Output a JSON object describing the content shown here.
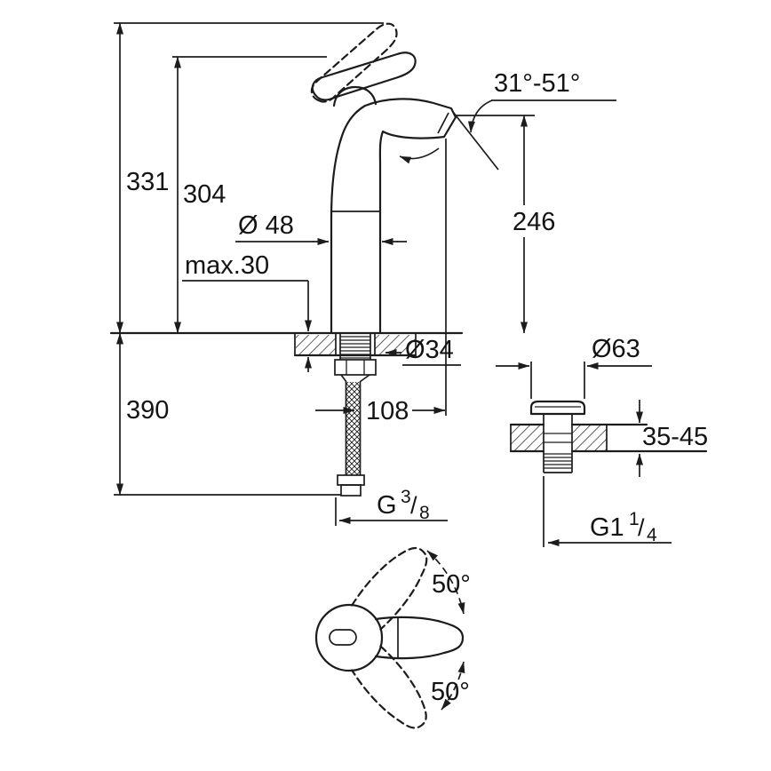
{
  "colors": {
    "line": "#1c1c1c",
    "background": "#ffffff"
  },
  "labels": {
    "total_height": "331",
    "body_height": "304",
    "body_diameter": "Ø 48",
    "deck_max_thickness": "max.30",
    "spout_angle_range": "31°-51°",
    "spout_height": "246",
    "hole_diameter": "Ø34",
    "projection": "108",
    "hose_length": "390",
    "waste_flange_diameter": "Ø63",
    "waste_deck_range": "35-45",
    "supply_thread": {
      "prefix": "G",
      "numerator": "3",
      "slash": "/",
      "denominator": "8"
    },
    "waste_thread": {
      "prefix": "G1",
      "numerator": "1",
      "slash": "/",
      "denominator": "4"
    },
    "handle_swivel_up": "50°",
    "handle_swivel_down": "50°"
  }
}
